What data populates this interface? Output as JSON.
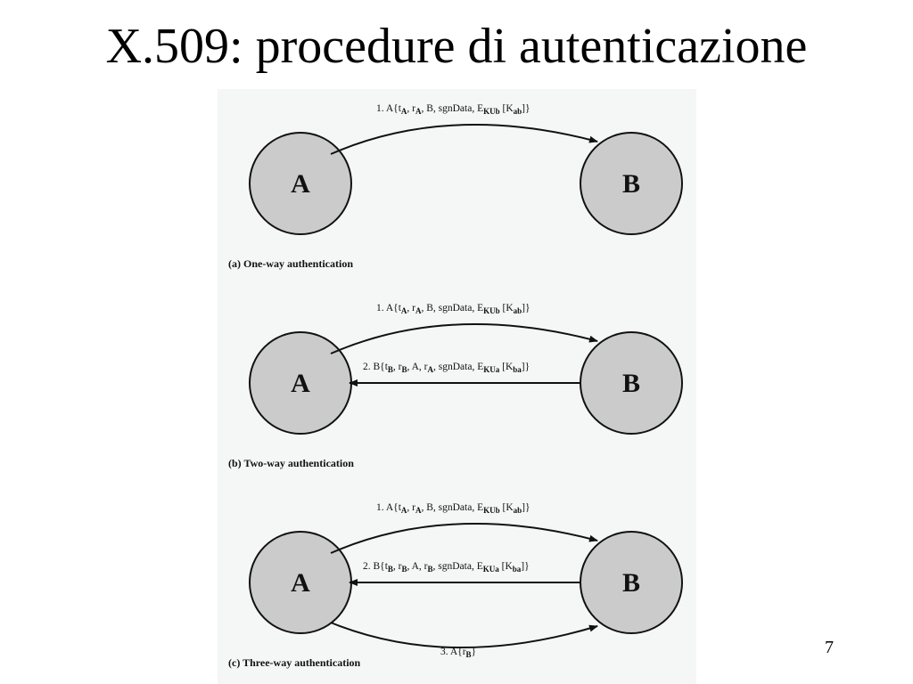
{
  "slide": {
    "title": "X.509: procedure di autenticazione",
    "page_number": "7"
  },
  "diagram": {
    "colors": {
      "node_fill": "#cbcbcb",
      "figure_background": "#f4f7f5",
      "stroke": "#111111"
    },
    "panels": [
      {
        "caption": "(a) One-way authentication",
        "node_a": "A",
        "node_b": "B",
        "messages": [
          {
            "direction": "A-to-B",
            "parts": [
              [
                "1. A{t",
                "n"
              ],
              [
                "A",
                "s"
              ],
              [
                ", r",
                "n"
              ],
              [
                "A",
                "s"
              ],
              [
                ", B, sgnData, E",
                "n"
              ],
              [
                "KUb",
                "s"
              ],
              [
                " [K",
                "n"
              ],
              [
                "ab",
                "s"
              ],
              [
                "]}",
                "n"
              ]
            ]
          }
        ]
      },
      {
        "caption": "(b) Two-way authentication",
        "node_a": "A",
        "node_b": "B",
        "messages": [
          {
            "direction": "A-to-B",
            "parts": [
              [
                "1. A{t",
                "n"
              ],
              [
                "A",
                "s"
              ],
              [
                ", r",
                "n"
              ],
              [
                "A",
                "s"
              ],
              [
                ", B, sgnData, E",
                "n"
              ],
              [
                "KUb",
                "s"
              ],
              [
                " [K",
                "n"
              ],
              [
                "ab",
                "s"
              ],
              [
                "]}",
                "n"
              ]
            ]
          },
          {
            "direction": "B-to-A",
            "parts": [
              [
                "2. B{t",
                "n"
              ],
              [
                "B",
                "s"
              ],
              [
                ", r",
                "n"
              ],
              [
                "B",
                "s"
              ],
              [
                ", A, r",
                "n"
              ],
              [
                "A",
                "s"
              ],
              [
                ", sgnData, E",
                "n"
              ],
              [
                "KUa",
                "s"
              ],
              [
                " [K",
                "n"
              ],
              [
                "ba",
                "s"
              ],
              [
                "]}",
                "n"
              ]
            ]
          }
        ]
      },
      {
        "caption": "(c) Three-way authentication",
        "node_a": "A",
        "node_b": "B",
        "messages": [
          {
            "direction": "A-to-B",
            "parts": [
              [
                "1. A{t",
                "n"
              ],
              [
                "A",
                "s"
              ],
              [
                ", r",
                "n"
              ],
              [
                "A",
                "s"
              ],
              [
                ", B, sgnData, E",
                "n"
              ],
              [
                "KUb",
                "s"
              ],
              [
                " [K",
                "n"
              ],
              [
                "ab",
                "s"
              ],
              [
                "]}",
                "n"
              ]
            ]
          },
          {
            "direction": "B-to-A",
            "parts": [
              [
                "2. B{t",
                "n"
              ],
              [
                "B",
                "s"
              ],
              [
                ", r",
                "n"
              ],
              [
                "B",
                "s"
              ],
              [
                ", A, r",
                "n"
              ],
              [
                "B",
                "s"
              ],
              [
                ", sgnData, E",
                "n"
              ],
              [
                "KUa",
                "s"
              ],
              [
                " [K",
                "n"
              ],
              [
                "ba",
                "s"
              ],
              [
                "]}",
                "n"
              ]
            ]
          },
          {
            "direction": "A-to-B",
            "parts": [
              [
                "3. A{r",
                "n"
              ],
              [
                "B",
                "s"
              ],
              [
                "}",
                "n"
              ]
            ]
          }
        ]
      }
    ]
  }
}
